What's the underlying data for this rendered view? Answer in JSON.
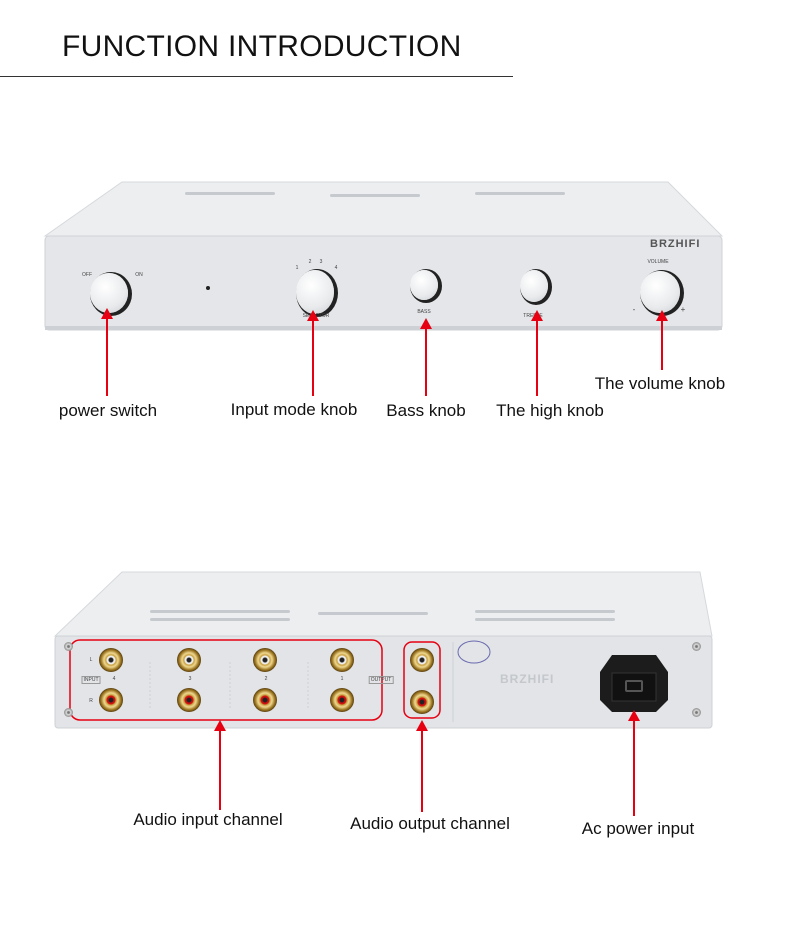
{
  "header": {
    "title": "FUNCTION INTRODUCTION"
  },
  "front": {
    "brand": "BRZHIFI",
    "panel_text": {
      "off": "OFF",
      "on": "ON",
      "selector": "SELECTOR",
      "sel_nums": [
        "1",
        "2",
        "3",
        "4"
      ],
      "bass": "BASS",
      "treble": "TREBLE",
      "volume": "VOLUME",
      "minus": "-",
      "plus": "+"
    },
    "labels": {
      "power": "power switch",
      "input_mode": "Input mode knob",
      "bass": "Bass knob",
      "high": "The high knob",
      "volume": "The volume knob"
    }
  },
  "rear": {
    "brand": "BRZHIFI",
    "panel_text": {
      "input": "INPUT",
      "output": "OUTPUT",
      "l": "L",
      "r": "R",
      "channels": [
        "4",
        "3",
        "2",
        "1"
      ]
    },
    "labels": {
      "input": "Audio input channel",
      "output": "Audio output channel",
      "power": "Ac power input"
    }
  },
  "colors": {
    "accent": "#e60012"
  }
}
